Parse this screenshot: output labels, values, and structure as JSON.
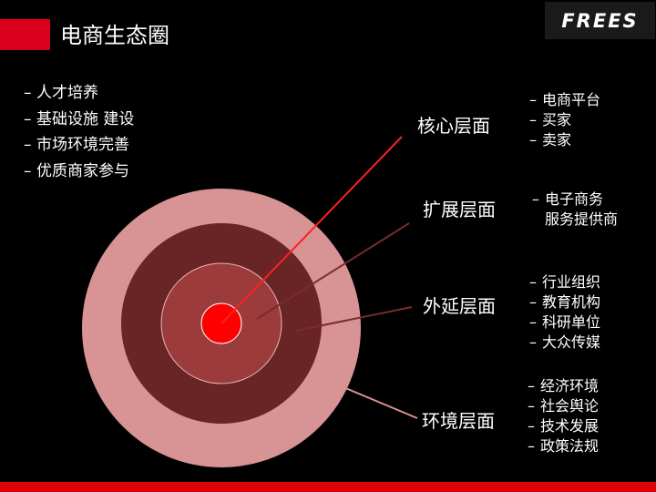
{
  "title": "电商生态圈",
  "logo": "FREES",
  "colors": {
    "accent": "#e00000",
    "title_bar": "#d9001b",
    "ring_outer": "#d89394",
    "ring_second": "#692425",
    "ring_third": "#9b3b3c",
    "core": "#ff0000",
    "leader_core": "#ff2020",
    "leader_other": "#7a2b2c",
    "leader_env": "#d89394"
  },
  "left_bullets": [
    "人才培养",
    "基础设施 建设",
    "市场环境完善",
    "优质商家参与"
  ],
  "levels": [
    {
      "name": "核心层面",
      "items": [
        "电商平台",
        "买家",
        "卖家"
      ]
    },
    {
      "name": "扩展层面",
      "items": [
        "电子商务",
        "服务提供商"
      ]
    },
    {
      "name": "外延层面",
      "items": [
        "行业组织",
        "教育机构",
        "科研单位",
        "大众传媒"
      ]
    },
    {
      "name": "环境层面",
      "items": [
        "经济环境",
        "社会舆论",
        "技术发展",
        "政策法规"
      ]
    }
  ],
  "dash": "–"
}
